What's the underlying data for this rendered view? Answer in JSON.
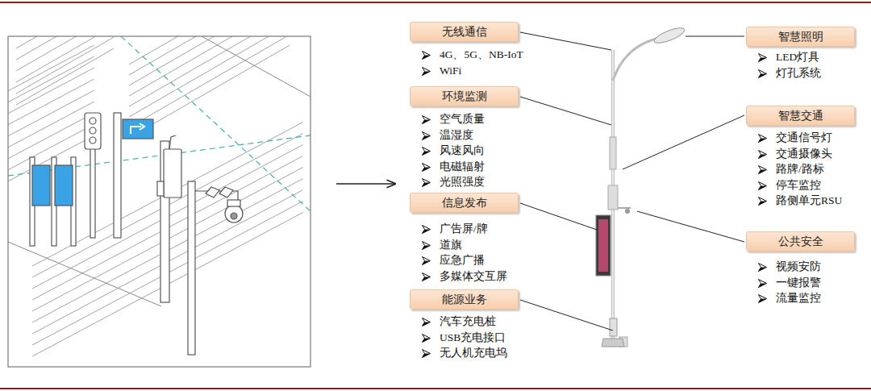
{
  "diagram": {
    "nodes": [
      {
        "text": [
          "无线通信",
          "4G、5G、NB-IoT",
          "WiFi"
        ]
      },
      {
        "text": [
          "环境监测",
          "空气质量",
          "温湿度",
          "风速风向",
          "电磁辐射",
          "光照强度"
        ]
      },
      {
        "text": [
          "信息发布",
          "广告屏/牌",
          "道旗",
          "应急广播",
          "多媒体交互屏"
        ]
      },
      {
        "text": [
          "能源业务",
          "汽车充电桩",
          "USB充电接口",
          "无人机充电坞"
        ]
      },
      {
        "text": [
          "智慧照明",
          "LED灯具",
          "灯孔系统"
        ]
      },
      {
        "text": [
          "智慧交通",
          "交通信号灯",
          "交通摄像头",
          "路牌/路标",
          "停车监控",
          "路侧单元RSU"
        ]
      },
      {
        "text": [
          "公共安全",
          "视频安防",
          "一键报警",
          "流量监控"
        ]
      }
    ]
  }
}
